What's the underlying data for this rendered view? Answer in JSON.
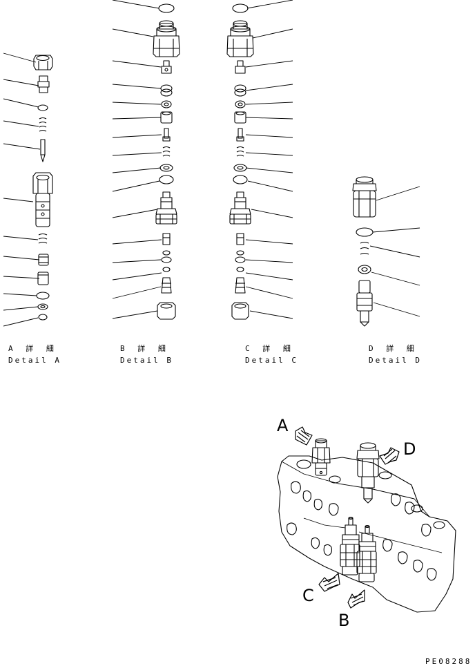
{
  "captions": {
    "a_jp": "A 詳 細",
    "a_en": "Detail A",
    "b_jp": "B 詳 細",
    "b_en": "Detail B",
    "c_jp": "C 詳 細",
    "c_en": "Detail C",
    "d_jp": "D 詳 細",
    "d_en": "Detail D"
  },
  "callouts": {
    "a": "A",
    "b": "B",
    "c": "C",
    "d": "D"
  },
  "drawing_code": "PE08288"
}
